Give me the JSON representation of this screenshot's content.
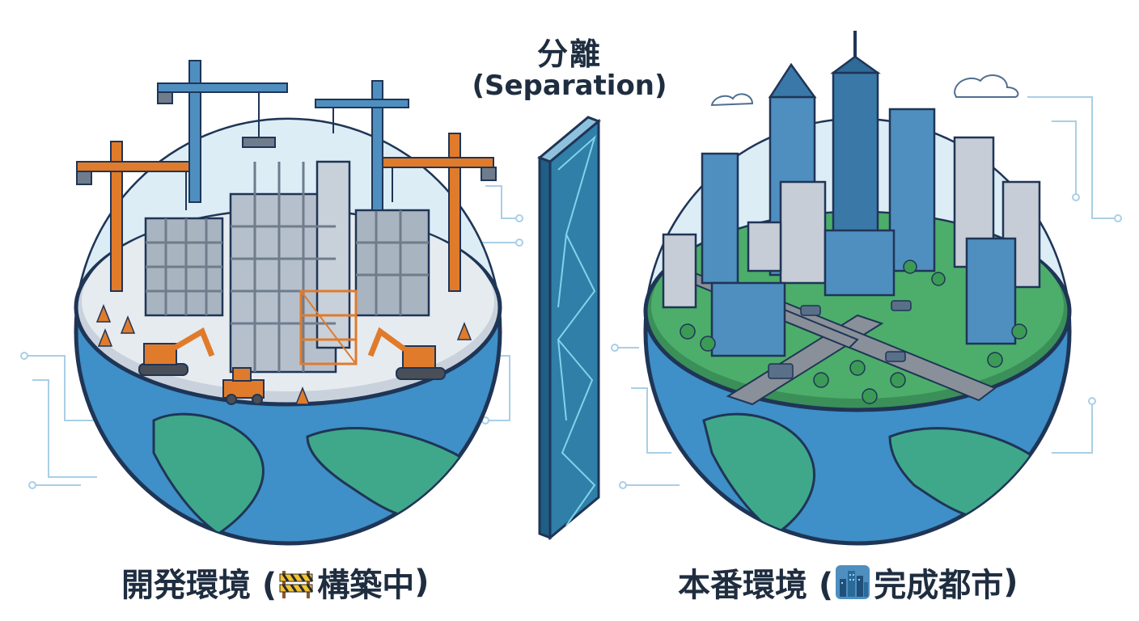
{
  "header": {
    "title_jp": "分離",
    "title_en": "(Separation)"
  },
  "left": {
    "caption_prefix": "開発環境 (",
    "caption_status": "構築中",
    "caption_suffix": ")",
    "emoji_icon": "construction-barrier-icon"
  },
  "right": {
    "caption_prefix": "本番環境 (",
    "caption_status": "完成都市",
    "caption_suffix": ")",
    "emoji_icon": "city-skyline-icon"
  },
  "colors": {
    "ocean": "#3f8fc8",
    "land": "#3fa88a",
    "outline": "#1f3556",
    "crane": "#e07b2c",
    "steel": "#6f7c8c",
    "glass": "#4f8fc0",
    "grass": "#4cae6a",
    "panel": "#2f7fa8",
    "text": "#1f2d40"
  }
}
